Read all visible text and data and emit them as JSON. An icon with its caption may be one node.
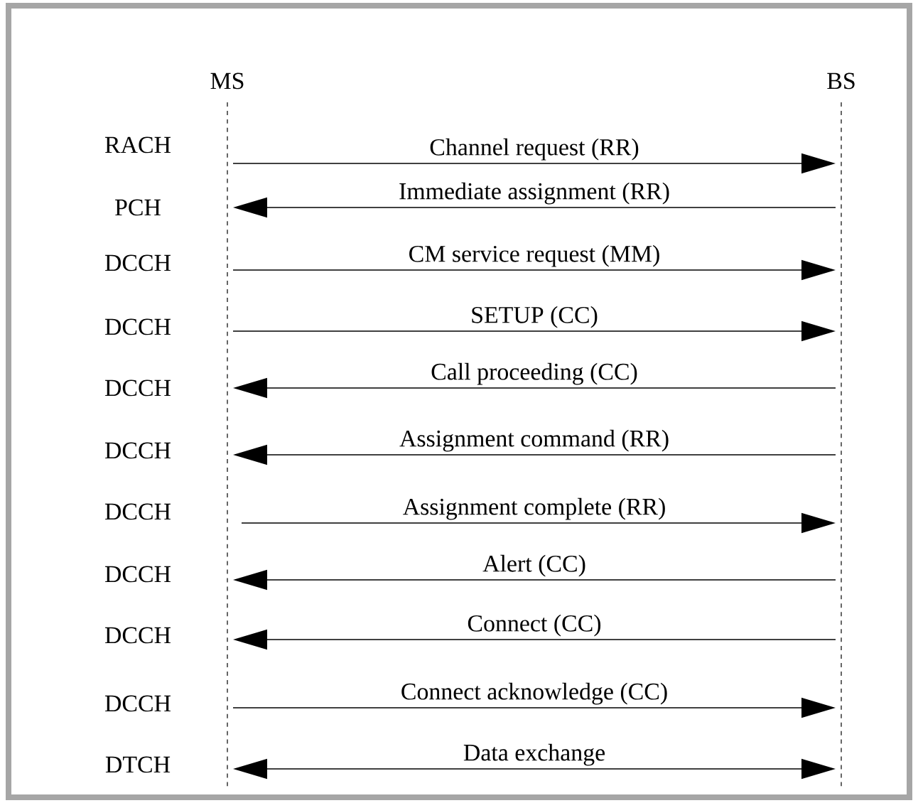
{
  "diagram": {
    "nodes": [
      {
        "text": [
          "MS"
        ]
      },
      {
        "text": [
          "BS"
        ]
      }
    ],
    "edges": [
      {
        "from": 0,
        "to": 1,
        "arrow": "to",
        "label": "Channel request (RR)"
      },
      {
        "from": 1,
        "to": 0,
        "arrow": "to",
        "label": "Immediate assignment (RR)"
      },
      {
        "from": 0,
        "to": 1,
        "arrow": "to",
        "label": "CM service request (MM)"
      },
      {
        "from": 0,
        "to": 1,
        "arrow": "to",
        "label": "SETUP (CC)"
      },
      {
        "from": 1,
        "to": 0,
        "arrow": "to",
        "label": "Call proceeding (CC)"
      },
      {
        "from": 1,
        "to": 0,
        "arrow": "to",
        "label": "Assignment command (RR)"
      },
      {
        "from": 0,
        "to": 1,
        "arrow": "to",
        "label": "Assignment complete (RR)"
      },
      {
        "from": 1,
        "to": 0,
        "arrow": "to",
        "label": "Alert (CC)"
      },
      {
        "from": 1,
        "to": 0,
        "arrow": "to",
        "label": "Connect (CC)"
      },
      {
        "from": 0,
        "to": 1,
        "arrow": "to",
        "label": "Connect acknowledge (CC)"
      },
      {
        "from": 0,
        "to": 1,
        "arrow": "both",
        "label": "Data exchange"
      }
    ],
    "labels": [
      "RACH",
      "PCH",
      "DCCH",
      "DCCH",
      "DCCH",
      "DCCH",
      "DCCH",
      "DCCH",
      "DCCH",
      "DCCH",
      "DTCH"
    ]
  }
}
